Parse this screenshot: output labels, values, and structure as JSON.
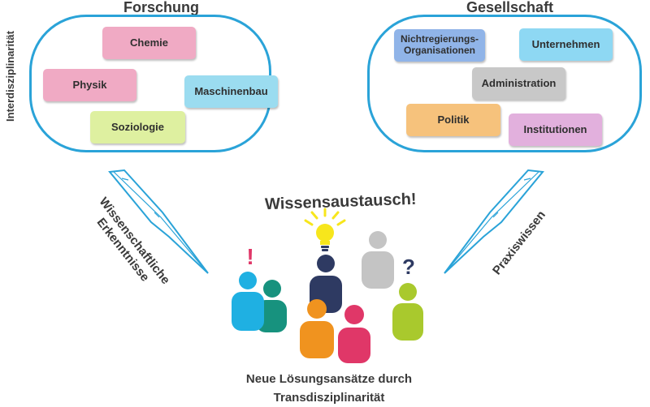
{
  "left": {
    "title": "Forschung",
    "side_label": "Interdisziplinarität",
    "tags": {
      "chemie": "Chemie",
      "physik": "Physik",
      "maschinenbau": "Maschinenbau",
      "soziologie": "Soziologie"
    }
  },
  "right": {
    "title": "Gesellschaft",
    "tags": {
      "ngo_line1": "Nichtregierungs-",
      "ngo_line2": "Organisationen",
      "unternehmen": "Unternehmen",
      "administration": "Administration",
      "politik": "Politik",
      "institutionen": "Institutionen"
    }
  },
  "flows": {
    "left_line1": "Wissenschaftliche",
    "left_line2": "Erkenntnisse",
    "right": "Praxiswissen"
  },
  "center": {
    "heading": "Wissensaustausch!",
    "exclamation": "!",
    "question": "?",
    "caption_line1": "Neue Lösungsansätze durch",
    "caption_line2": "Transdisziplinarität"
  },
  "colors": {
    "frame": "#2aa3d8",
    "chemie": "#f0aac4",
    "physik": "#f0aac4",
    "maschinenbau": "#9bdcf0",
    "soziologie": "#def0a0",
    "ngo": "#90b4e8",
    "unternehmen": "#8ed8f3",
    "administration": "#c8c8c8",
    "politik": "#f6c27c",
    "institutionen": "#e2b0dd",
    "person_blue": "#1fb0e2",
    "person_teal": "#17927e",
    "person_navy": "#2e3a62",
    "person_grey": "#c4c4c4",
    "person_lime": "#a9c92d",
    "person_orange": "#f0931f",
    "person_pink": "#e03768",
    "bulb": "#f7e61c"
  }
}
